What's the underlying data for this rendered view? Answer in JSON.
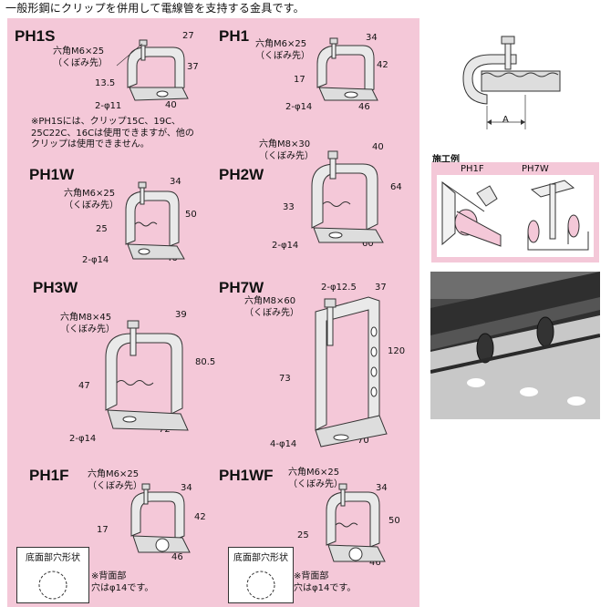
{
  "page_title": "一般形鋼にクリップを併用して電線管を支持する金具です。",
  "dim_label_a": "A",
  "construction_example": {
    "title": "施工例",
    "left": "PH1F",
    "right": "PH7W"
  },
  "hole_box_label": "底面部穴形状",
  "products": {
    "PH1S": {
      "code": "PH1S",
      "bolt": "六角M6×25",
      "bolt_note": "（くぼみ先）",
      "dims": [
        "27",
        "37",
        "13.5",
        "40"
      ],
      "hole": "2-φ11"
    },
    "PH1": {
      "code": "PH1",
      "bolt": "六角M6×25",
      "bolt_note": "（くぼみ先）",
      "dims": [
        "34",
        "42",
        "17",
        "46"
      ],
      "hole": "2-φ14"
    },
    "PH1S_note": [
      "※PH1Sには、クリップ15C、19C、",
      "25C22C、16Cは使用できますが、他の",
      "クリップは使用できません。"
    ],
    "PH1W": {
      "code": "PH1W",
      "bolt": "六角M6×25",
      "bolt_note": "（くぼみ先）",
      "dims": [
        "34",
        "50",
        "25",
        "46"
      ],
      "hole": "2-φ14"
    },
    "PH2W": {
      "code": "PH2W",
      "bolt": "六角M8×30",
      "bolt_note": "（くぼみ先）",
      "dims": [
        "40",
        "64",
        "33",
        "60"
      ],
      "hole": "2-φ14"
    },
    "PH3W": {
      "code": "PH3W",
      "bolt": "六角M8×45",
      "bolt_note": "（くぼみ先）",
      "dims": [
        "39",
        "80.5",
        "47",
        "72"
      ],
      "hole": "2-φ14"
    },
    "PH7W": {
      "code": "PH7W",
      "bolt": "六角M8×60",
      "bolt_note": "（くぼみ先）",
      "dims": [
        "37",
        "120",
        "73",
        "70"
      ],
      "hole_top": "2-φ12.5",
      "hole": "4-φ14"
    },
    "PH1F": {
      "code": "PH1F",
      "bolt": "六角M6×25",
      "bolt_note": "（くぼみ先）",
      "dims": [
        "34",
        "42",
        "17",
        "46"
      ],
      "note": [
        "※背面部",
        "穴はφ14です。"
      ]
    },
    "PH1WF": {
      "code": "PH1WF",
      "bolt": "六角M6×25",
      "bolt_note": "（くぼみ先）",
      "dims": [
        "34",
        "50",
        "25",
        "46"
      ],
      "note": [
        "※背面部",
        "穴はφ14です。"
      ]
    }
  }
}
